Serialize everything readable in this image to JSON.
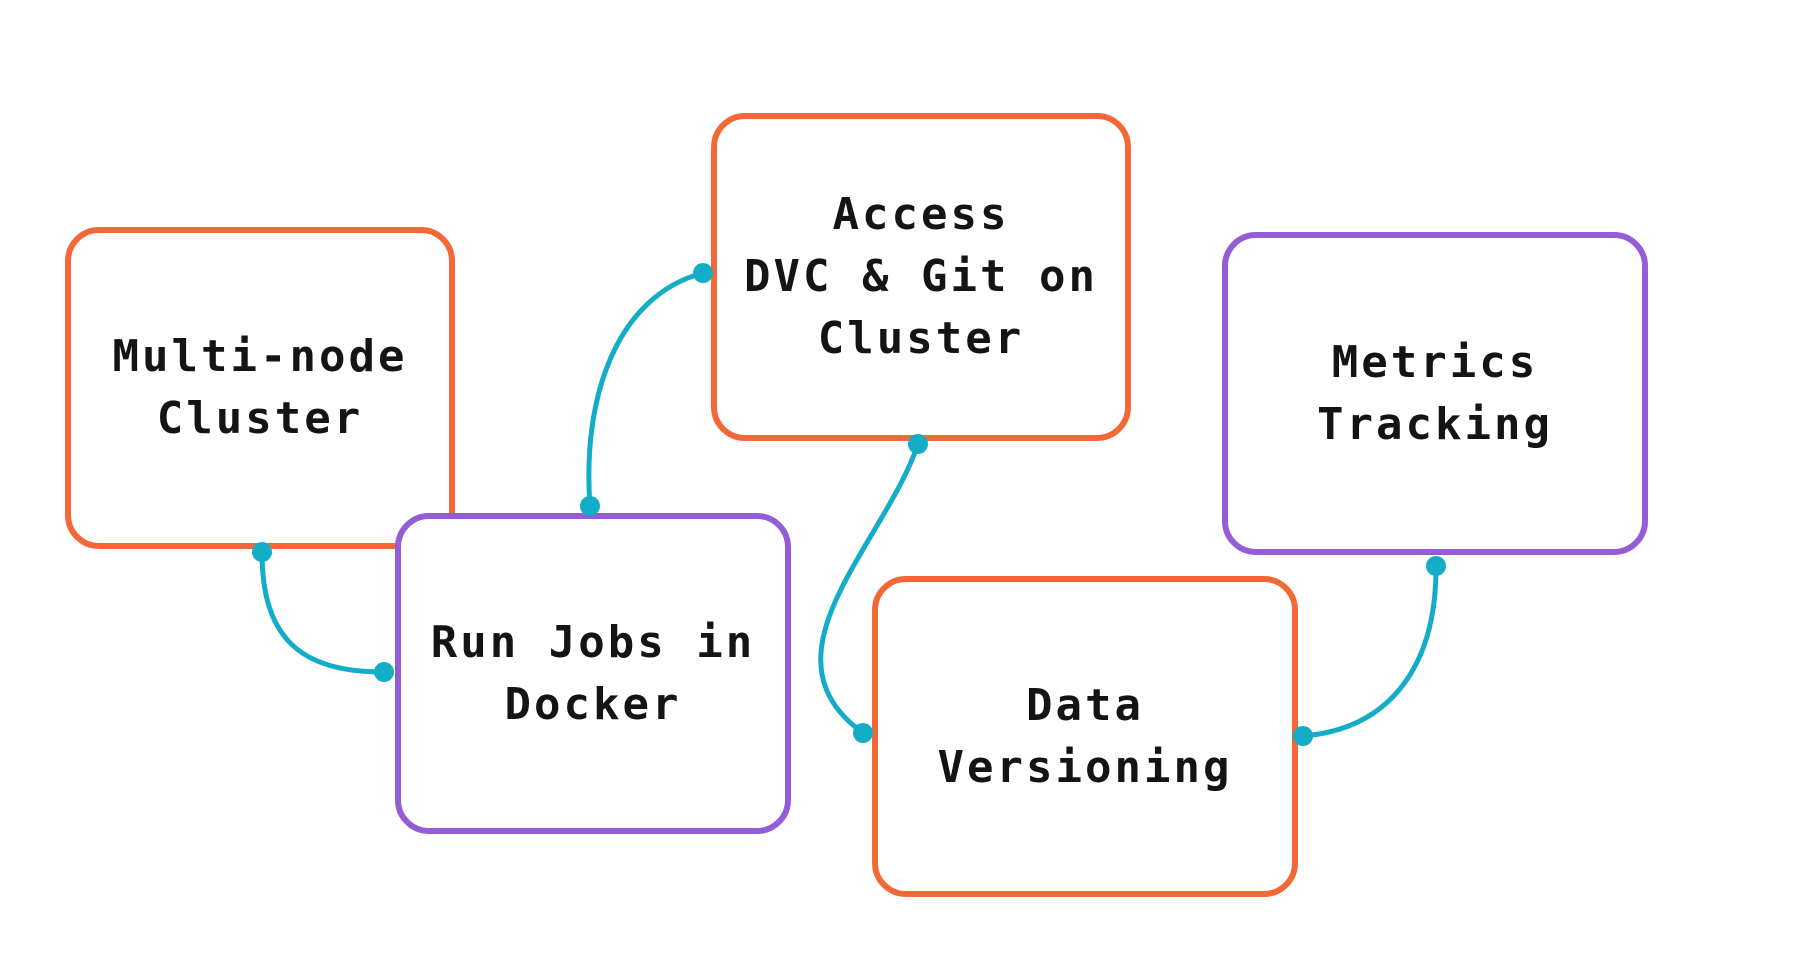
{
  "diagram": {
    "nodes": [
      {
        "id": "multi-node-cluster",
        "label": "Multi-node\nCluster",
        "border_color": "#F46837"
      },
      {
        "id": "access-dvc-git-on-cluster",
        "label": "Access\nDVC & Git on\nCluster",
        "border_color": "#F46837"
      },
      {
        "id": "metrics-tracking",
        "label": "Metrics\nTracking",
        "border_color": "#945DD6"
      },
      {
        "id": "run-jobs-in-docker",
        "label": "Run Jobs in\nDocker",
        "border_color": "#945DD6"
      },
      {
        "id": "data-versioning",
        "label": "Data\nVersioning",
        "border_color": "#F46837"
      }
    ],
    "connections": [
      {
        "from": "multi-node-cluster",
        "to": "run-jobs-in-docker"
      },
      {
        "from": "run-jobs-in-docker",
        "to": "access-dvc-git-on-cluster"
      },
      {
        "from": "access-dvc-git-on-cluster",
        "to": "data-versioning"
      },
      {
        "from": "data-versioning",
        "to": "metrics-tracking"
      }
    ],
    "colors": {
      "node_border_orange": "#F46837",
      "node_border_purple": "#945DD6",
      "connector_teal": "#13ADC7",
      "text": "#141414",
      "background": "#FFFFFF"
    }
  }
}
